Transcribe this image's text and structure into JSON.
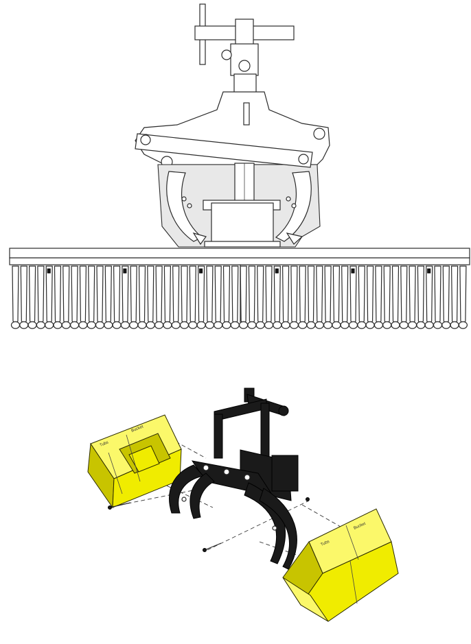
{
  "figure": {
    "top_view": {
      "name": "front-elevation-drawing",
      "palette": {
        "line": "#2a2a2a",
        "fill": "#ffffff",
        "shade": "#e8e8e8"
      }
    },
    "bottom_view": {
      "name": "exploded-isometric-drawing",
      "palette": {
        "frame": "#1a1a1a",
        "bucket": "#f0ec00",
        "bucket_shade": "#c8c400"
      }
    }
  },
  "labels": {
    "bucket_left_a": "Tubs",
    "bucket_left_b": "Bucket",
    "bucket_right_a": "Tubs",
    "bucket_right_b": "Bucket"
  }
}
